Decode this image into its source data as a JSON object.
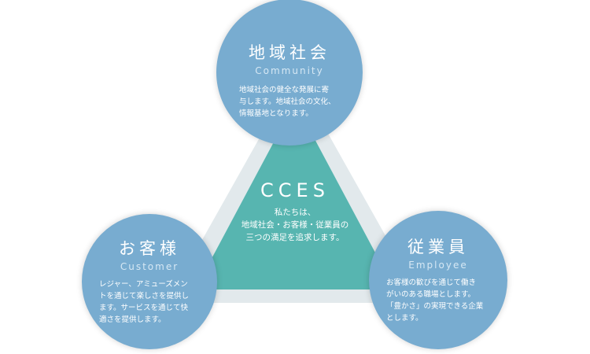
{
  "center": {
    "title": "CCES",
    "lines": [
      "私たちは、",
      "地域社会・お客様・従業員の",
      "三つの満足を追求します。"
    ]
  },
  "community": {
    "title": "地域社会",
    "subtitle": "Community",
    "lines": [
      "地域社会の健全な発展に寄",
      "与します。地域社会の文化、",
      "情報基地となります。"
    ]
  },
  "customer": {
    "title": "お客様",
    "subtitle": "Customer",
    "lines": [
      "レジャー、アミューズメン",
      "トを通じて楽しさを提供し",
      "ます。サービスを通じて快",
      "適さを提供します。"
    ]
  },
  "employee": {
    "title": "従業員",
    "subtitle": "Employee",
    "lines": [
      "お客様の歓びを通じて働き",
      "がいのある職場とします。",
      "「豊かさ」の実現できる企業",
      "とします。"
    ]
  },
  "colors": {
    "circle": "#78acd0",
    "triangle": "#57b5b0",
    "band": "#e2e9ec"
  }
}
